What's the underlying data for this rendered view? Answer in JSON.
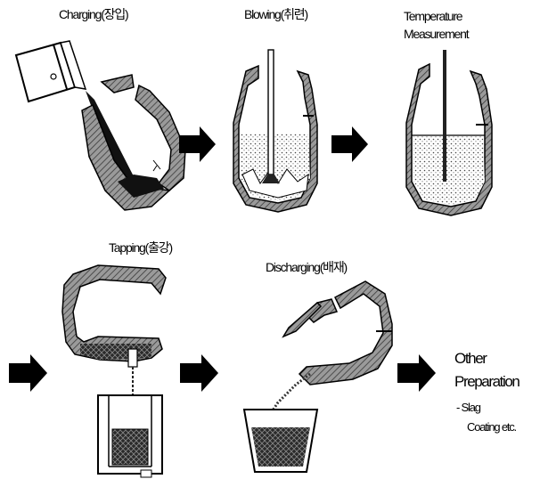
{
  "steps": [
    {
      "label": "Charging(장입)"
    },
    {
      "label": "Blowing(취련)"
    },
    {
      "label": "Temperature",
      "label2": "Measurement"
    },
    {
      "label": "Tapping(출강)"
    },
    {
      "label": "Discharging(배재)"
    }
  ],
  "final": {
    "line1": "Other",
    "line2": "Preparation",
    "note1": "- Slag",
    "note2": "Coating etc."
  }
}
